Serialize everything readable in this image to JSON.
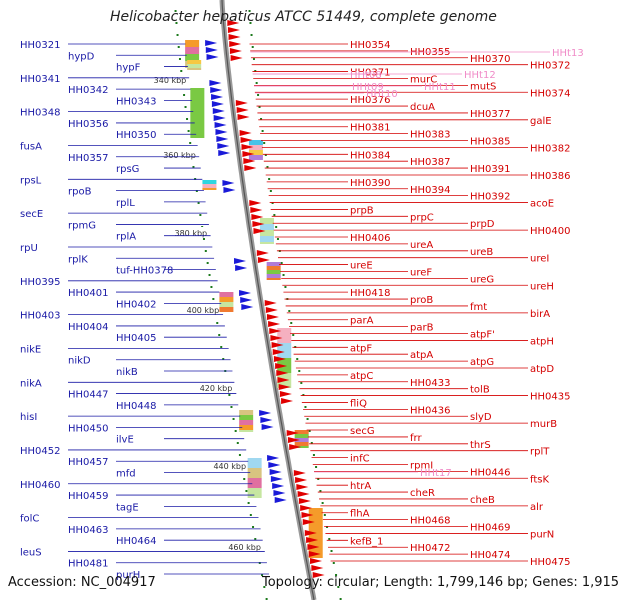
{
  "title": "Helicobacter hepaticus ATCC 51449, complete genome",
  "accession": "Accession: NC_004917",
  "topology": "Topology: circular; Length: 1,799,146 bp; Genes: 1,915",
  "colors": {
    "left_labels": "#1a1aa6",
    "right_labels": "#d40000",
    "pink_labels": "#f08cc8",
    "kbp_ticks": "#1d7a1d",
    "backbone": "#888888"
  },
  "kbp_labels": [
    "340 kbp",
    "360 kbp",
    "380 kbp",
    "400 kbp",
    "420 kbp",
    "440 kbp",
    "460 kbp"
  ],
  "left_labels": [
    "HH0321",
    "hypD",
    "hypF",
    "HH0341",
    "HH0342",
    "HH0343",
    "HH0348",
    "HH0356",
    "HH0350",
    "fusA",
    "HH0357",
    "rpsG",
    "rpsL",
    "rpoB",
    "rplL",
    "secE",
    "rpmG",
    "rplA",
    "rpU",
    "rplK",
    "tuf-HH0378",
    "HH0395",
    "HH0401",
    "HH0402",
    "HH0403",
    "HH0404",
    "HH0405",
    "nikE",
    "nikD",
    "nikB",
    "nikA",
    "HH0447",
    "HH0448",
    "hisI",
    "HH0450",
    "ilvE",
    "HH0452",
    "HH0457",
    "mfd",
    "HH0460",
    "HH0459",
    "tagE",
    "folC",
    "HH0463",
    "HH0464",
    "leuS",
    "HH0481",
    "purH"
  ],
  "right_labels": [
    "HH0354",
    "HH0355",
    "HH0370",
    "HH0372",
    "HH0371",
    "murC",
    "mutS",
    "HH0374",
    "HH0376",
    "dcuA",
    "HH0377",
    "galE",
    "HH0381",
    "HH0383",
    "HH0385",
    "HH0382",
    "HH0384",
    "HH0387",
    "HH0391",
    "HH0386",
    "HH0390",
    "HH0394",
    "HH0392",
    "acoE",
    "prpB",
    "prpC",
    "prpD",
    "HH0400",
    "HH0406",
    "ureA",
    "ureB",
    "ureI",
    "ureE",
    "ureF",
    "ureG",
    "ureH",
    "HH0418",
    "proB",
    "fmt",
    "birA",
    "parA",
    "parB",
    "atpF'",
    "atpH",
    "atpF",
    "atpA",
    "atpG",
    "atpD",
    "atpC",
    "HH0433",
    "tolB",
    "HH0435",
    "fliQ",
    "HH0436",
    "slyD",
    "murB",
    "secG",
    "frr",
    "thrS",
    "rplT",
    "infC",
    "rpmI",
    "HH0446",
    "ftsK",
    "htrA",
    "cheR",
    "cheB",
    "alr",
    "flhA",
    "HH0468",
    "HH0469",
    "purN",
    "kefB_1",
    "HH0472",
    "HH0474",
    "HH0475"
  ],
  "pink_labels": [
    "HHt13",
    "HHt08",
    "HHt09",
    "HHt10",
    "HHt11",
    "HHt12",
    "HHt17"
  ]
}
